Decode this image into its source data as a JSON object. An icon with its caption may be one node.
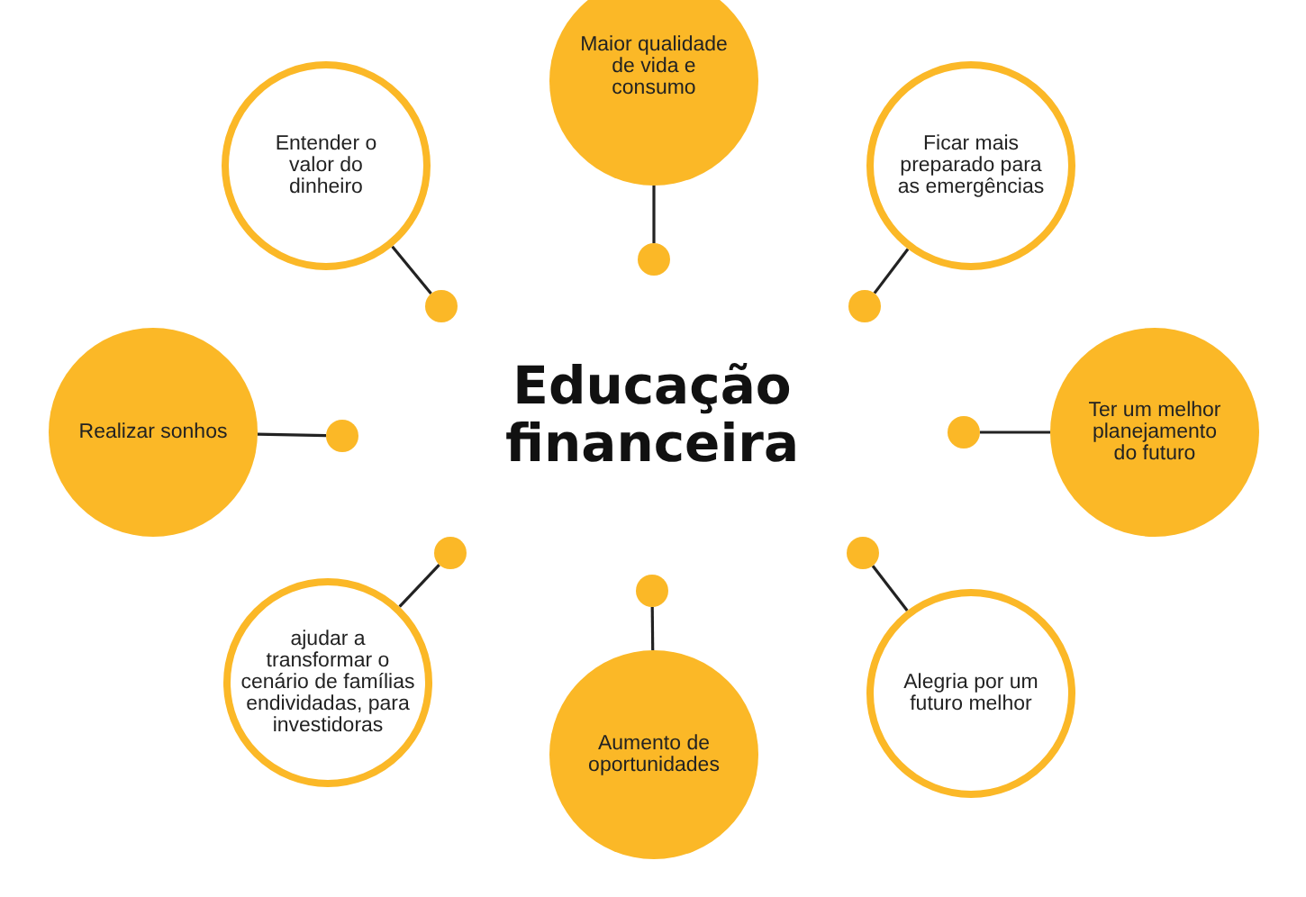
{
  "diagram": {
    "title": "Educação financeira",
    "nodes": [
      {
        "text": [
          "Maior qualidade de vida e consumo"
        ]
      },
      {
        "text": [
          "Entender o valor do dinheiro"
        ]
      },
      {
        "text": [
          "Ficar mais preparado para as emergências"
        ]
      },
      {
        "text": [
          "Realizar sonhos"
        ]
      },
      {
        "text": [
          "Ter um melhor planejamento do futuro"
        ]
      },
      {
        "text": [
          "ajudar a transformar o cenário de famílias endividadas, para investidoras"
        ]
      },
      {
        "text": [
          "Aumento de oportunidades"
        ]
      },
      {
        "text": [
          "Alegria por um futuro melhor"
        ]
      },
      {
        "text": [],
        "shape": "circle"
      },
      {
        "text": [],
        "shape": "circle"
      },
      {
        "text": [],
        "shape": "circle"
      },
      {
        "text": [],
        "shape": "circle"
      },
      {
        "text": [],
        "shape": "circle"
      },
      {
        "text": [],
        "shape": "circle"
      },
      {
        "text": [],
        "shape": "circle"
      },
      {
        "text": [],
        "shape": "circle"
      }
    ],
    "edges": [
      {
        "from": 0,
        "to": 8,
        "arrow": "none"
      },
      {
        "from": 1,
        "to": 9,
        "arrow": "none"
      },
      {
        "from": 2,
        "to": 10,
        "arrow": "none"
      },
      {
        "from": 3,
        "to": 11,
        "arrow": "none"
      },
      {
        "from": 4,
        "to": 12,
        "arrow": "none"
      },
      {
        "from": 5,
        "to": 13,
        "arrow": "none"
      },
      {
        "from": 6,
        "to": 14,
        "arrow": "none"
      },
      {
        "from": 7,
        "to": 15,
        "arrow": "none"
      }
    ]
  }
}
